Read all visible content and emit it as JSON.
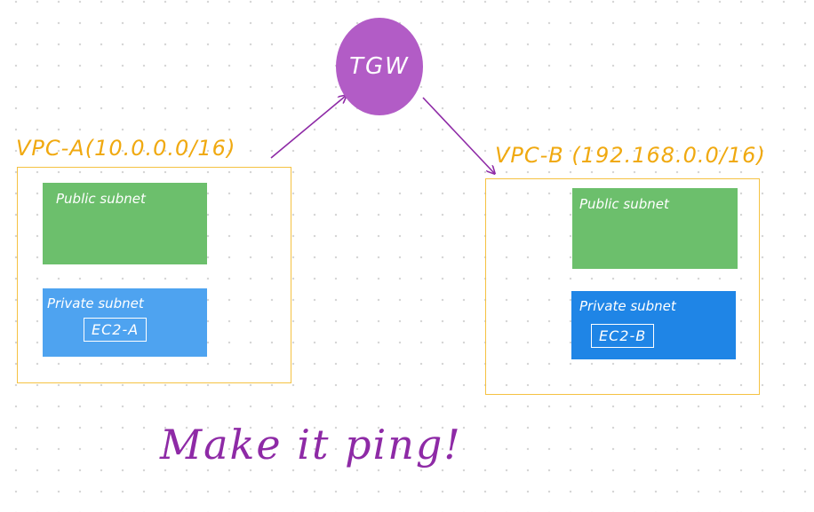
{
  "colors": {
    "vpc_border": "#f5c242",
    "vpc_text": "#f0a910",
    "public_subnet": "#6cbf6c",
    "private_subnet_a": "#4ea3f0",
    "private_subnet_b": "#1f85e6",
    "tgw_fill": "#b25cc6",
    "arrow": "#8e2aa6",
    "caption": "#8e2aa6"
  },
  "tgw": {
    "label": "TGW"
  },
  "vpc_a": {
    "label": "VPC-A(10.0.0.0/16)",
    "public_subnet": {
      "label": "Public subnet"
    },
    "private_subnet": {
      "label": "Private subnet",
      "instance": "EC2-A"
    }
  },
  "vpc_b": {
    "label": "VPC-B (192.168.0.0/16)",
    "public_subnet": {
      "label": "Public subnet"
    },
    "private_subnet": {
      "label": "Private subnet",
      "instance": "EC2-B"
    }
  },
  "caption": "Make it ping!"
}
